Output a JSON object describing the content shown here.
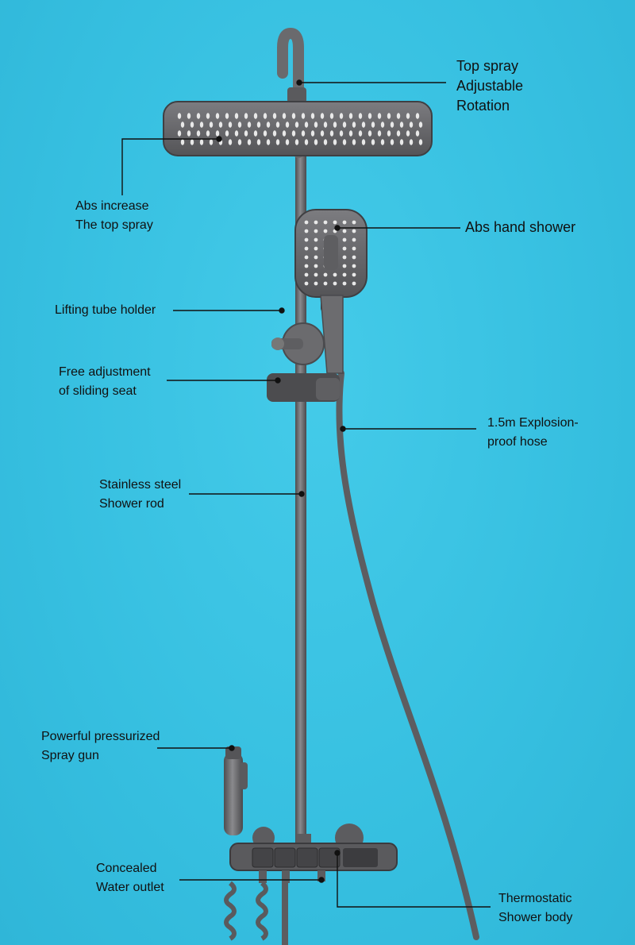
{
  "labels": {
    "top_spray": [
      "Top spray",
      "Adjustable",
      "Rotation"
    ],
    "abs_increase": [
      "Abs increase",
      "The top spray"
    ],
    "abs_hand_shower": [
      "Abs hand shower"
    ],
    "lifting_tube_holder": [
      "Lifting tube holder"
    ],
    "free_adjustment": [
      "Free adjustment",
      "of sliding seat"
    ],
    "explosion_hose": [
      "1.5m Explosion-",
      "proof hose"
    ],
    "stainless_rod": [
      "Stainless steel",
      "Shower rod"
    ],
    "spray_gun": [
      "Powerful pressurized",
      "Spray gun"
    ],
    "concealed_outlet": [
      "Concealed",
      "Water outlet"
    ],
    "thermostatic_body": [
      "Thermostatic",
      "Shower body"
    ]
  },
  "colors": {
    "background": "#39c3e3",
    "metal": "#6f6f72",
    "metal_dark": "#4a4a4d",
    "nozzle": "#e9e9e9",
    "text": "#111111"
  }
}
